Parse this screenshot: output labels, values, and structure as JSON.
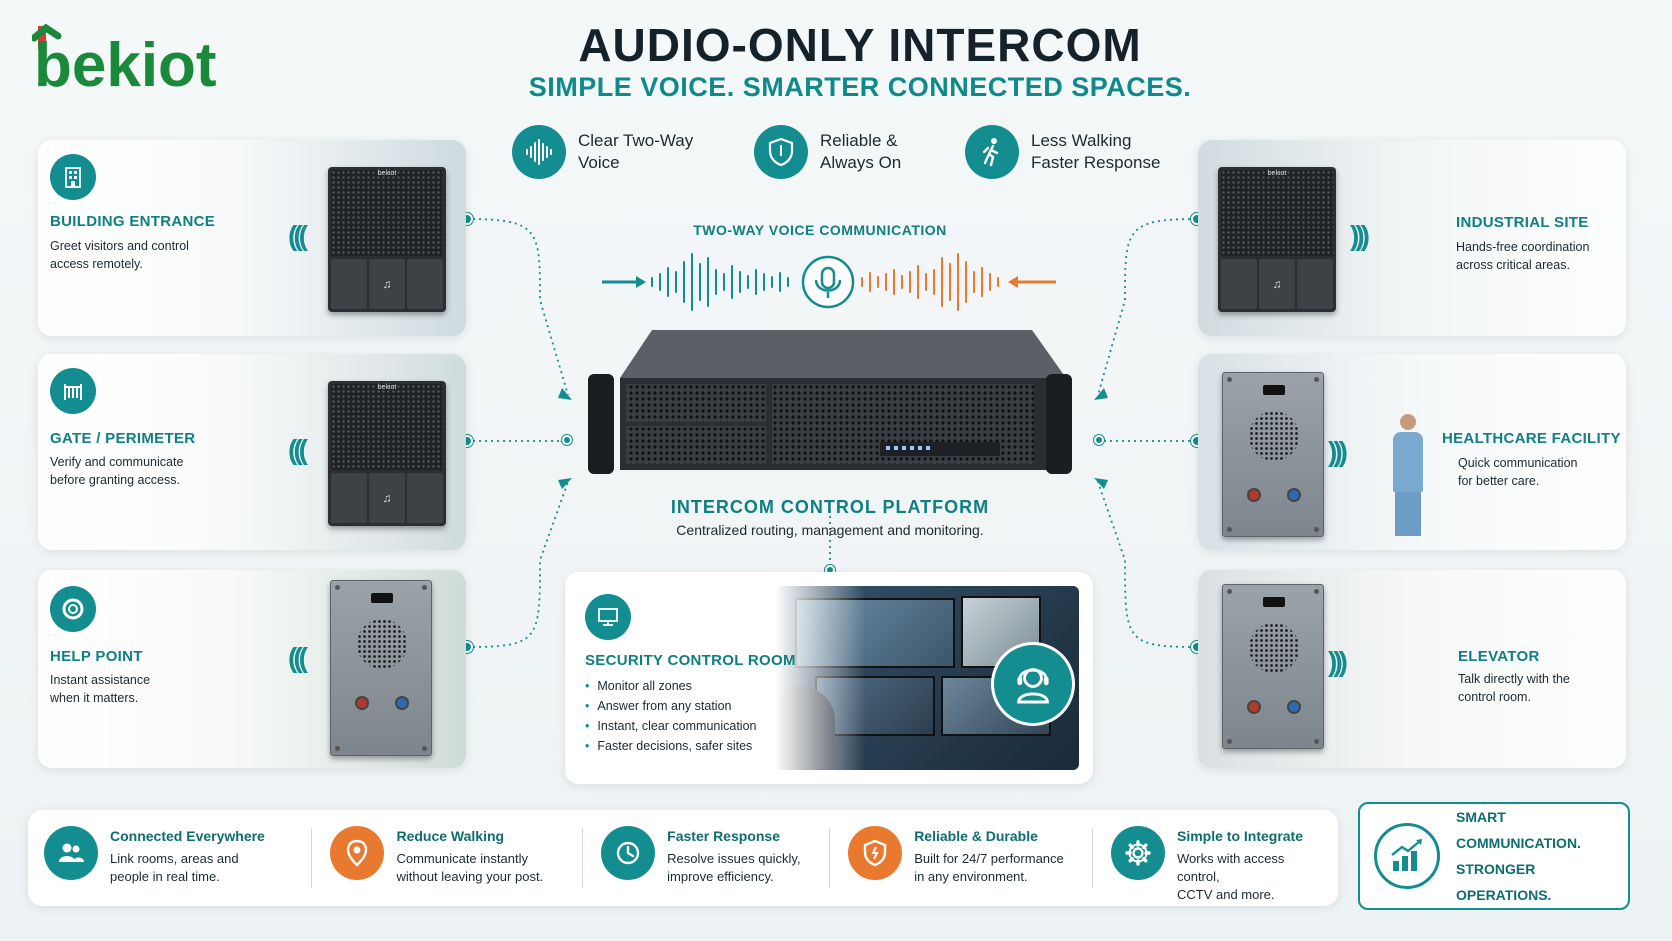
{
  "brand": {
    "logo_text": "bekiot",
    "logo_colors": {
      "main": "#1a8a3a",
      "accent": "#e0382c"
    }
  },
  "header": {
    "title": "AUDIO-ONLY INTERCOM",
    "subtitle": "SIMPLE VOICE. SMARTER CONNECTED SPACES."
  },
  "features": [
    {
      "icon": "sound-wave-icon",
      "line1": "Clear Two-Way",
      "line2": "Voice"
    },
    {
      "icon": "shield-icon",
      "line1": "Reliable &",
      "line2": "Always On"
    },
    {
      "icon": "walking-person-icon",
      "line1": "Less Walking",
      "line2": "Faster Response"
    }
  ],
  "locations": {
    "building_entrance": {
      "title": "BUILDING ENTRANCE",
      "line1": "Greet visitors and control",
      "line2": "access remotely."
    },
    "gate_perimeter": {
      "title": "GATE / PERIMETER",
      "line1": "Verify and communicate",
      "line2": "before granting access."
    },
    "help_point": {
      "title": "HELP POINT",
      "line1": "Instant assistance",
      "line2": "when it matters."
    },
    "industrial_site": {
      "title": "INDUSTRIAL SITE",
      "line1": "Hands-free coordination",
      "line2": "across critical areas."
    },
    "healthcare_facility": {
      "title": "HEALTHCARE FACILITY",
      "line1": "Quick communication",
      "line2": "for better care."
    },
    "elevator": {
      "title": "ELEVATOR",
      "line1": "Talk directly with the",
      "line2": "control room."
    }
  },
  "device": {
    "brand_label": "bekiot"
  },
  "center": {
    "two_way_label": "TWO-WAY VOICE COMMUNICATION",
    "platform_title": "INTERCOM CONTROL PLATFORM",
    "platform_desc": "Centralized routing, management and monitoring."
  },
  "security": {
    "title": "SECURITY CONTROL ROOM",
    "items": [
      "Monitor all zones",
      "Answer from any station",
      "Instant, clear communication",
      "Faster decisions, safer sites"
    ]
  },
  "benefits": [
    {
      "title": "Connected Everywhere",
      "line1": "Link rooms, areas and",
      "line2": "people in real time.",
      "color": "#138d90",
      "icon": "people-icon"
    },
    {
      "title": "Reduce Walking",
      "line1": "Communicate instantly",
      "line2": "without leaving your post.",
      "color": "#e8792f",
      "icon": "location-pin-icon"
    },
    {
      "title": "Faster Response",
      "line1": "Resolve issues quickly,",
      "line2": "improve efficiency.",
      "color": "#138d90",
      "icon": "clock-icon"
    },
    {
      "title": "Reliable & Durable",
      "line1": "Built for 24/7 performance",
      "line2": "in any environment.",
      "color": "#e8792f",
      "icon": "shield-icon"
    },
    {
      "title": "Simple to Integrate",
      "line1": "Works with access control,",
      "line2": "CCTV and more.",
      "color": "#138d90",
      "icon": "gear-icon"
    }
  ],
  "smart": {
    "line1": "SMART COMMUNICATION.",
    "line2": "STRONGER OPERATIONS."
  },
  "colors": {
    "teal": "#138d90",
    "orange": "#e8792f",
    "dark": "#1d2a30"
  }
}
